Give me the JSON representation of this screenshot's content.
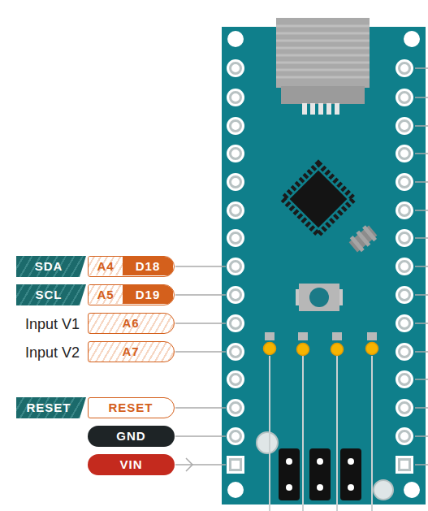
{
  "diagram": {
    "nodes": [
      {
        "text": [
          "SDA"
        ]
      },
      {
        "text": [
          "A4",
          "D18"
        ]
      },
      {
        "text": [
          "SCL"
        ]
      },
      {
        "text": [
          "A5",
          "D19"
        ]
      },
      {
        "text": [
          "A6"
        ]
      },
      {
        "text": [
          "A7"
        ]
      },
      {
        "text": [
          "RESET"
        ]
      },
      {
        "text": [
          "RESET"
        ]
      },
      {
        "text": [
          "GND"
        ]
      },
      {
        "text": [
          "VIN"
        ]
      }
    ],
    "labels": [
      "Input V1",
      "Input V2"
    ]
  }
}
